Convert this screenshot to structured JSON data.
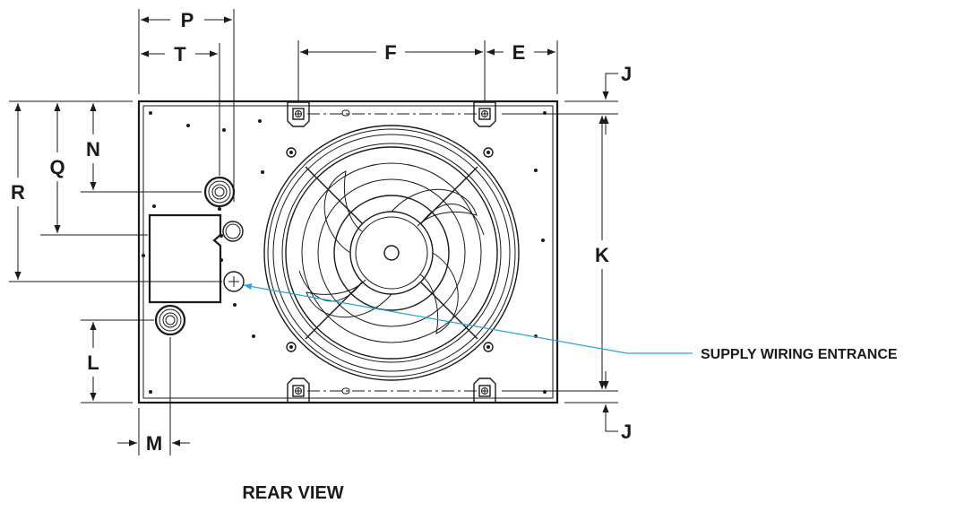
{
  "view_title": "REAR VIEW",
  "callout": "SUPPLY WIRING ENTRANCE",
  "dimensions": {
    "P": "P",
    "T": "T",
    "F": "F",
    "E": "E",
    "J_top": "J",
    "J_bottom": "J",
    "N": "N",
    "Q": "Q",
    "R": "R",
    "K": "K",
    "L": "L",
    "M": "M"
  },
  "colors": {
    "line": "#1a1a1a",
    "leader": "#2aa3d8",
    "background": "#ffffff"
  }
}
